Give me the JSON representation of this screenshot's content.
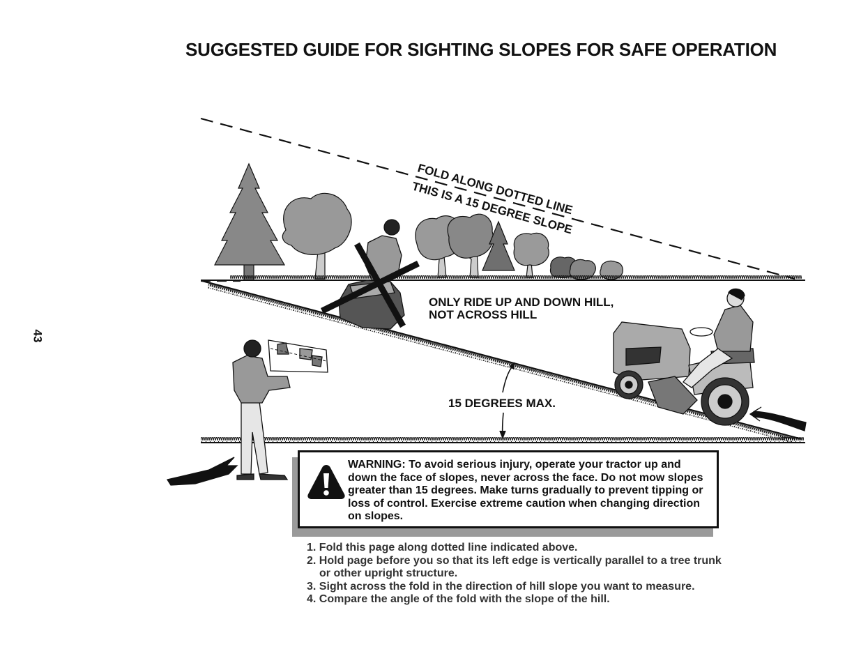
{
  "title": "SUGGESTED GUIDE FOR SIGHTING SLOPES FOR SAFE OPERATION",
  "page_number": "43",
  "diagram": {
    "fold_line_label": "FOLD ALONG DOTTED LINE",
    "slope_label": "THIS IS A 15 DEGREE SLOPE",
    "ride_instruction_line1": "ONLY RIDE UP AND DOWN HILL,",
    "ride_instruction_line2": "NOT ACROSS HILL",
    "max_angle_label": "15 DEGREES MAX."
  },
  "warning": {
    "icon": "warning-triangle-icon",
    "text": "WARNING: To avoid serious injury, operate your tractor up and down the face of slopes, never across the face. Do not mow slopes greater than 15 degrees. Make turns gradually to prevent tipping or loss of control. Exercise extreme caution when changing direction on slopes."
  },
  "steps": [
    "1. Fold this page along dotted line indicated above.",
    "2. Hold page before you so that its left edge is vertically parallel to a tree trunk or other upright structure.",
    "3. Sight across the fold in the direction of hill slope you want to measure.",
    "4. Compare the angle of the fold with the slope of the hill."
  ],
  "colors": {
    "ink": "#111111",
    "tree_fill": "#8a8a8a",
    "shadow": "#9a9a9a"
  }
}
